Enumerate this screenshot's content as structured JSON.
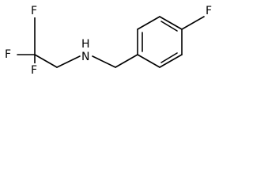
{
  "molecule": {
    "atoms": {
      "f_top": "F",
      "f_left": "F",
      "f_bottom": "F",
      "nh": "H",
      "n": "N",
      "f_para": "F"
    }
  },
  "colors": {
    "bond": "#000000",
    "label": "#000000",
    "background": "#ffffff"
  }
}
